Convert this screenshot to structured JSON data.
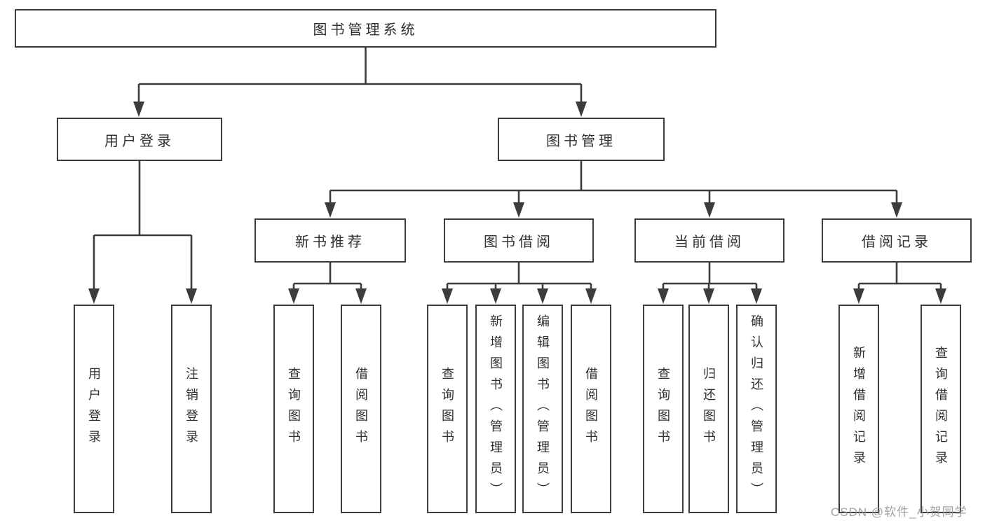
{
  "diagram": {
    "root": {
      "label": "图书管理系统"
    },
    "branches": [
      {
        "label": "用户登录",
        "children": [
          {
            "label": "用户登录"
          },
          {
            "label": "注销登录"
          }
        ]
      },
      {
        "label": "图书管理",
        "modules": [
          {
            "label": "新书推荐",
            "children": [
              {
                "label": "查询图书"
              },
              {
                "label": "借阅图书"
              }
            ]
          },
          {
            "label": "图书借阅",
            "children": [
              {
                "label": "查询图书"
              },
              {
                "label": "新增图书（管理员）"
              },
              {
                "label": "编辑图书（管理员）"
              },
              {
                "label": "借阅图书"
              }
            ]
          },
          {
            "label": "当前借阅",
            "children": [
              {
                "label": "查询图书"
              },
              {
                "label": "归还图书"
              },
              {
                "label": "确认归还（管理员）"
              }
            ]
          },
          {
            "label": "借阅记录",
            "children": [
              {
                "label": "新增借阅记录"
              },
              {
                "label": "查询借阅记录"
              }
            ]
          }
        ]
      }
    ]
  },
  "watermark": {
    "text": "CSDN @软件_小贺同学"
  },
  "colors": {
    "line": "#3c3c3c",
    "node_border": "#3c3c3c",
    "text": "#303030",
    "watermark_text": "#969696",
    "background": "#ffffff"
  }
}
